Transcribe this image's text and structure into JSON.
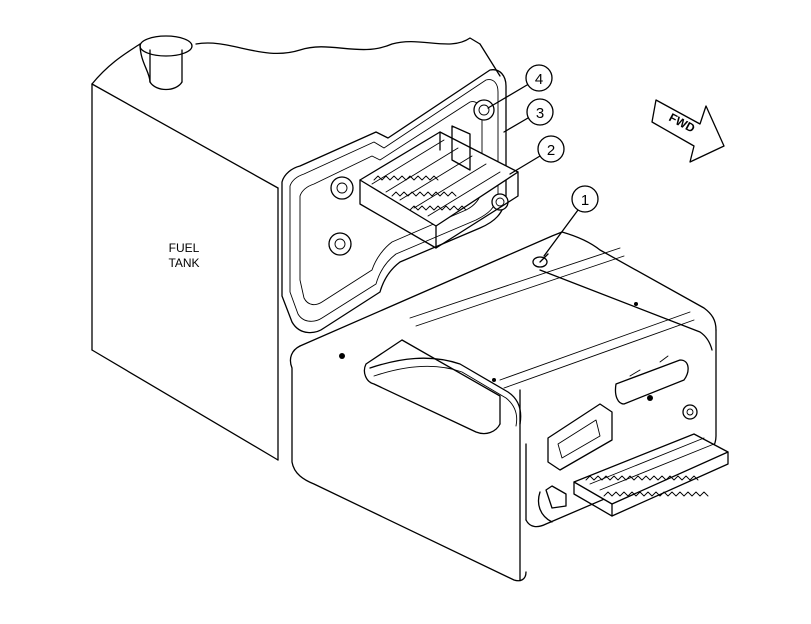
{
  "labels": {
    "fuel_tank_line1": "FUEL",
    "fuel_tank_line2": "TANK",
    "direction": "FWD"
  },
  "callouts": [
    "1",
    "2",
    "3",
    "4"
  ]
}
